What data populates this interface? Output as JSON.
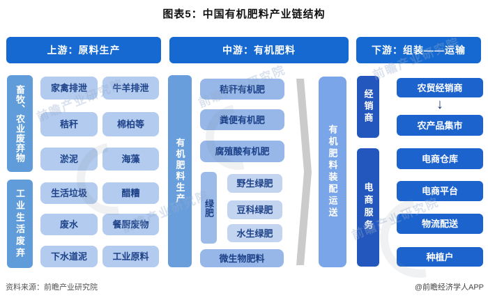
{
  "title": "图表5：中国有机肥料产业链结构",
  "palette": {
    "header_blue": "#1569d0",
    "group_bar_blue": "#5f9cd9",
    "light_box": "#b2cbee",
    "mid_box": "#96b7e7",
    "sub_box": "#c3d4f0",
    "green_bar": "#9cbbe9",
    "carrier_bar": "#7aa5e8",
    "dark_bar": "#2457bd",
    "dark_box": "#1d63cd",
    "box_text_navy": "#1d4188",
    "flow_arrow_grey": "#cbcbcb"
  },
  "headers": {
    "upstream": "上游：原料生产",
    "midstream": "中游：有机肥料",
    "downstream": "下游：组装——运输"
  },
  "upstream": {
    "group1": {
      "label": "畜牧、农业废弃物",
      "items": [
        "家禽排泄",
        "牛羊排泄",
        "秸秆",
        "棉柏等",
        "淤泥",
        "海藻"
      ]
    },
    "group2": {
      "label": "工业生活废弃",
      "items": [
        "生活垃圾",
        "醋糟",
        "废水",
        "餐厨废物",
        "下水道泥",
        "工业原料"
      ]
    }
  },
  "midstream": {
    "bar_label": "有机肥料生产",
    "items": [
      "秸秆有机肥",
      "粪便有机肥",
      "腐殖酸有机肥"
    ],
    "green_manure": {
      "label": "绿肥",
      "items": [
        "野生绿肥",
        "豆科绿肥",
        "水生绿肥"
      ]
    },
    "bottom_item": "微生物肥料"
  },
  "downstream": {
    "bar_label": "有机肥料装配运送",
    "dealer": {
      "label": "经销商",
      "items": [
        "农贸经销商",
        "农产品集市"
      ],
      "arrow_glyph": "↓"
    },
    "ecommerce": {
      "label": "电商服务",
      "items": [
        "电商仓库",
        "电商平台",
        "物流配送",
        "种植户"
      ]
    }
  },
  "footer": {
    "source": "资料来源：前瞻产业研究院",
    "credit": "@前瞻经济学人APP"
  },
  "watermark": {
    "text": "前瞻产业研究院"
  }
}
